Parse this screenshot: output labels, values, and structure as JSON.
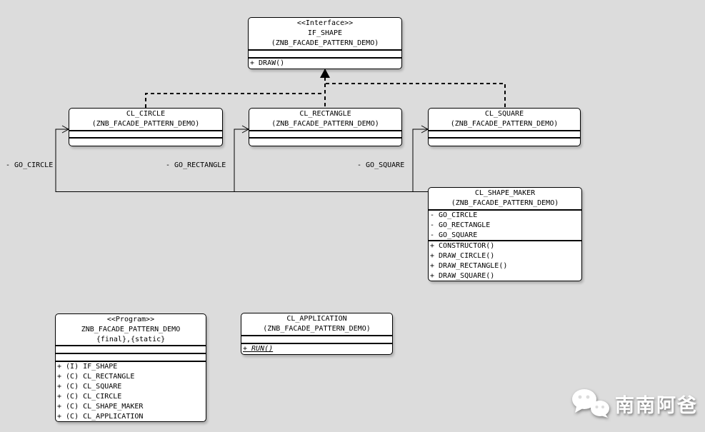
{
  "colors": {
    "background": "#dcdcdc",
    "box_fill": "#ffffff",
    "line": "#000000",
    "watermark_text": "#ffffff"
  },
  "classes": {
    "if_shape": {
      "stereotype": "<<Interface>>",
      "name": "IF_SHAPE",
      "package": "(ZNB_FACADE_PATTERN_DEMO)",
      "methods": [
        "+ DRAW()"
      ]
    },
    "cl_circle": {
      "name": "CL_CIRCLE",
      "package": "(ZNB_FACADE_PATTERN_DEMO)"
    },
    "cl_rectangle": {
      "name": "CL_RECTANGLE",
      "package": "(ZNB_FACADE_PATTERN_DEMO)"
    },
    "cl_square": {
      "name": "CL_SQUARE",
      "package": "(ZNB_FACADE_PATTERN_DEMO)"
    },
    "cl_shape_maker": {
      "name": "CL_SHAPE_MAKER",
      "package": "(ZNB_FACADE_PATTERN_DEMO)",
      "attributes": [
        "- GO_CIRCLE",
        "- GO_RECTANGLE",
        "- GO_SQUARE"
      ],
      "methods": [
        "+ CONSTRUCTOR()",
        "+ DRAW_CIRCLE()",
        "+ DRAW_RECTANGLE()",
        "+ DRAW_SQUARE()"
      ]
    },
    "program": {
      "stereotype": "<<Program>>",
      "name": "ZNB_FACADE_PATTERN_DEMO",
      "modifiers": "{final},{static}",
      "members": [
        "+ (I) IF_SHAPE",
        "+ (C) CL_RECTANGLE",
        "+ (C) CL_SQUARE",
        "+ (C) CL_CIRCLE",
        "+ (C) CL_SHAPE_MAKER",
        "+ (C) CL_APPLICATION"
      ]
    },
    "cl_application": {
      "name": "CL_APPLICATION",
      "package": "(ZNB_FACADE_PATTERN_DEMO)",
      "methods": [
        "+ RUN()"
      ]
    }
  },
  "association_labels": [
    "- GO_CIRCLE",
    "- GO_RECTANGLE",
    "- GO_SQUARE"
  ],
  "watermark": {
    "text": "南南阿爸",
    "icon": "wechat-icon"
  }
}
